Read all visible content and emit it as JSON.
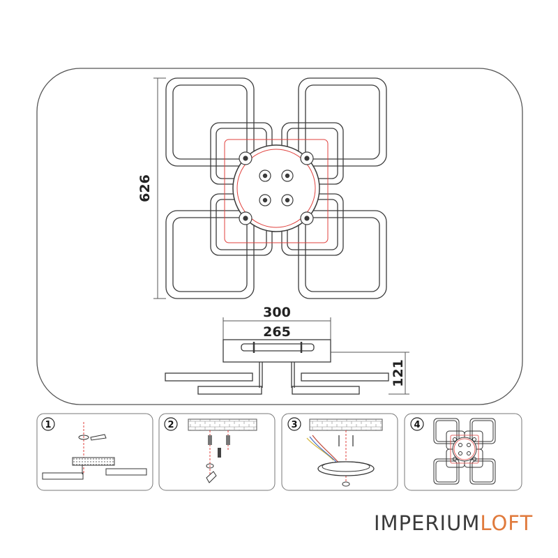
{
  "dimensions": {
    "height": "626",
    "outer_width": "300",
    "inner_width": "265",
    "depth": "121"
  },
  "steps": [
    "1",
    "2",
    "3",
    "4"
  ],
  "brand": {
    "part1": "IMPERIUM",
    "part2": "LOFT"
  },
  "colors": {
    "line": "#3a3a3a",
    "accent": "#e0403c",
    "brand_accent": "#e07a3c"
  }
}
